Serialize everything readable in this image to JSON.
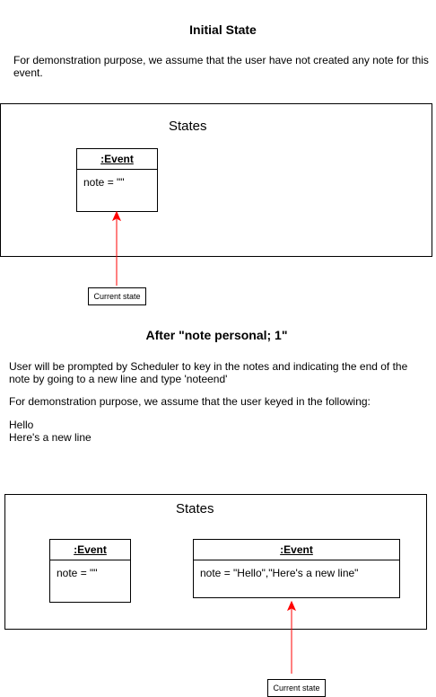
{
  "section1": {
    "heading": "Initial State",
    "description": "For demonstration purpose, we assume that the user have not created any note for this event.",
    "frame_title": "States",
    "object": {
      "name": ":Event",
      "attribute": "note = \"\""
    },
    "pointer_label": "Current state"
  },
  "section2": {
    "heading": "After \"note personal; 1\"",
    "description1": "User will be prompted by Scheduler to key in the notes and indicating the end of the note by going to a new line and type 'noteend'",
    "description2": "For demonstration purpose, we assume that the user keyed in the following:",
    "input_lines": [
      "Hello",
      "Here's a new line"
    ],
    "frame_title": "States",
    "objects": [
      {
        "name": ":Event",
        "attribute": "note = \"\""
      },
      {
        "name": ":Event",
        "attribute": "note = \"Hello\",\"Here's a new line\""
      }
    ],
    "pointer_label": "Current state"
  },
  "colors": {
    "arrow": "#ff0000",
    "stroke": "#000000",
    "divider": "#999999"
  }
}
